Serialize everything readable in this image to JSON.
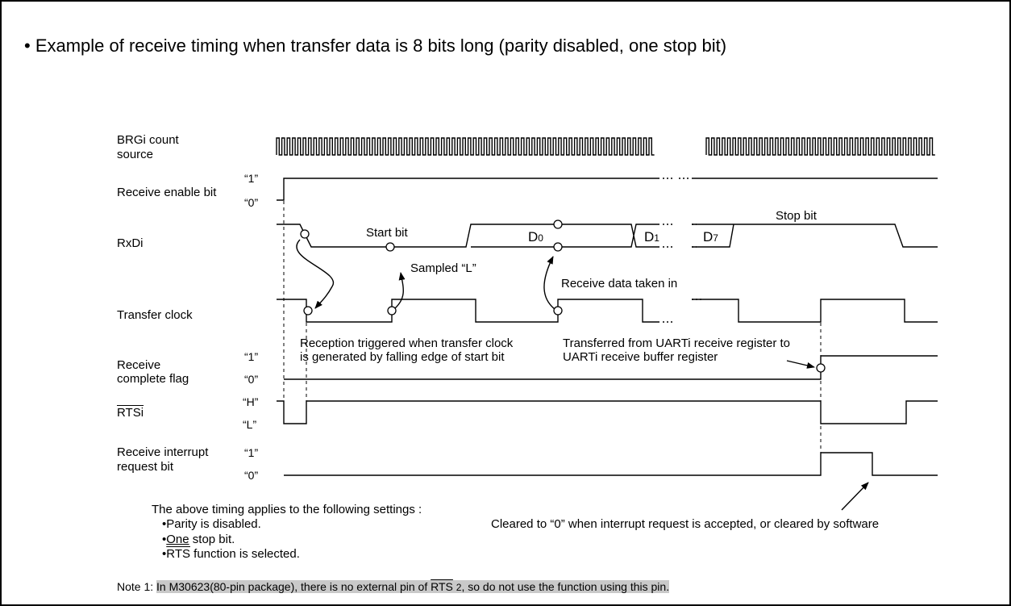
{
  "title": "• Example of receive timing when transfer data is 8 bits long (parity disabled, one stop bit)",
  "signals": {
    "brg_line1": "BRGi count",
    "brg_line2": "source",
    "receive_enable": "Receive enable bit",
    "rxd": "RxDi",
    "transfer_clock": "Transfer clock",
    "rcf_line1": "Receive",
    "rcf_line2": "complete flag",
    "rts": "RTSi",
    "rir_line1": "Receive interrupt",
    "rir_line2": "request bit"
  },
  "levels": {
    "one": "“1”",
    "zero": "“0”",
    "high": "“H”",
    "low": "“L”"
  },
  "bits": {
    "d0_main": "D",
    "d0_sub": "0",
    "d1_main": "D",
    "d1_sub": "1",
    "d7_main": "D",
    "d7_sub": "7",
    "start": "Start bit",
    "stop": "Stop bit"
  },
  "annotations": {
    "sampled": "Sampled “L”",
    "receive_data": "Receive data taken in",
    "reception_line1": "Reception triggered when transfer clock",
    "reception_line2": "is generated by falling edge of start bit",
    "transferred_line1": "Transferred from UARTi receive register to",
    "transferred_line2": "UARTi receive buffer register",
    "cleared": "Cleared to “0” when interrupt request is accepted, or cleared by software"
  },
  "settings": {
    "intro": "The above timing applies to the following settings :",
    "item1": "•Parity is disabled.",
    "item2_bullet": "•",
    "item2_u": "One",
    "item2_rest": " stop bit.",
    "item3_bullet": "•",
    "item3_ov": "RTS",
    "item3_rest": " function is selected."
  },
  "note": {
    "prefix": "Note 1: ",
    "text1": "In M30623(80-pin package), there is no external pin of ",
    "rts": "RTS",
    "sub": "2",
    "text2": ", so do not use the function using this pin. "
  }
}
